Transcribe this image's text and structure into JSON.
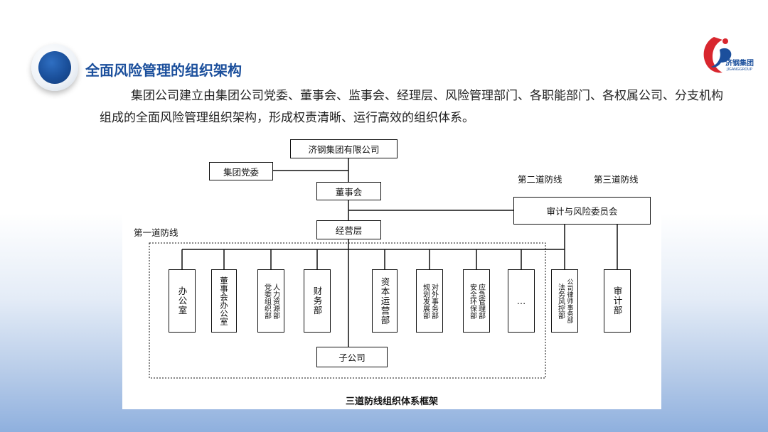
{
  "header": {
    "title": "全面风险管理的组织架构",
    "logo_cn": "济钢集团",
    "logo_en": "JIGANGGROUP"
  },
  "paragraph": {
    "text": "集团公司建立由集团公司党委、董事会、监事会、经理层、风险管理部门、各职能部门、各权属公司、分支机构组成的全面风险管理组织架构，形成权责清晰、运行高效的组织体系。"
  },
  "diagram": {
    "caption": "三道防线组织体系框架",
    "root": "济钢集团有限公司",
    "party": "集团党委",
    "board": "董事会",
    "management": "经营层",
    "committee": "审计与风险委员会",
    "subsidiary": "子公司",
    "first_line": "第一道防线",
    "second_line": "第二道防线",
    "third_line": "第三道防线",
    "departments": [
      {
        "label": "办公室"
      },
      {
        "label": "董事会办公室"
      },
      {
        "label": "党委组织部",
        "label2": "人力资源部"
      },
      {
        "label": "财务部"
      },
      {
        "label": "资本运营部"
      },
      {
        "label": "规划发展部",
        "label2": "对外事务部"
      },
      {
        "label": "安全环保部",
        "label2": "应急管理部"
      },
      {
        "label": "…"
      },
      {
        "label": "法务风控部",
        "label2": "公司律师事务部"
      },
      {
        "label": "审计部"
      }
    ]
  }
}
